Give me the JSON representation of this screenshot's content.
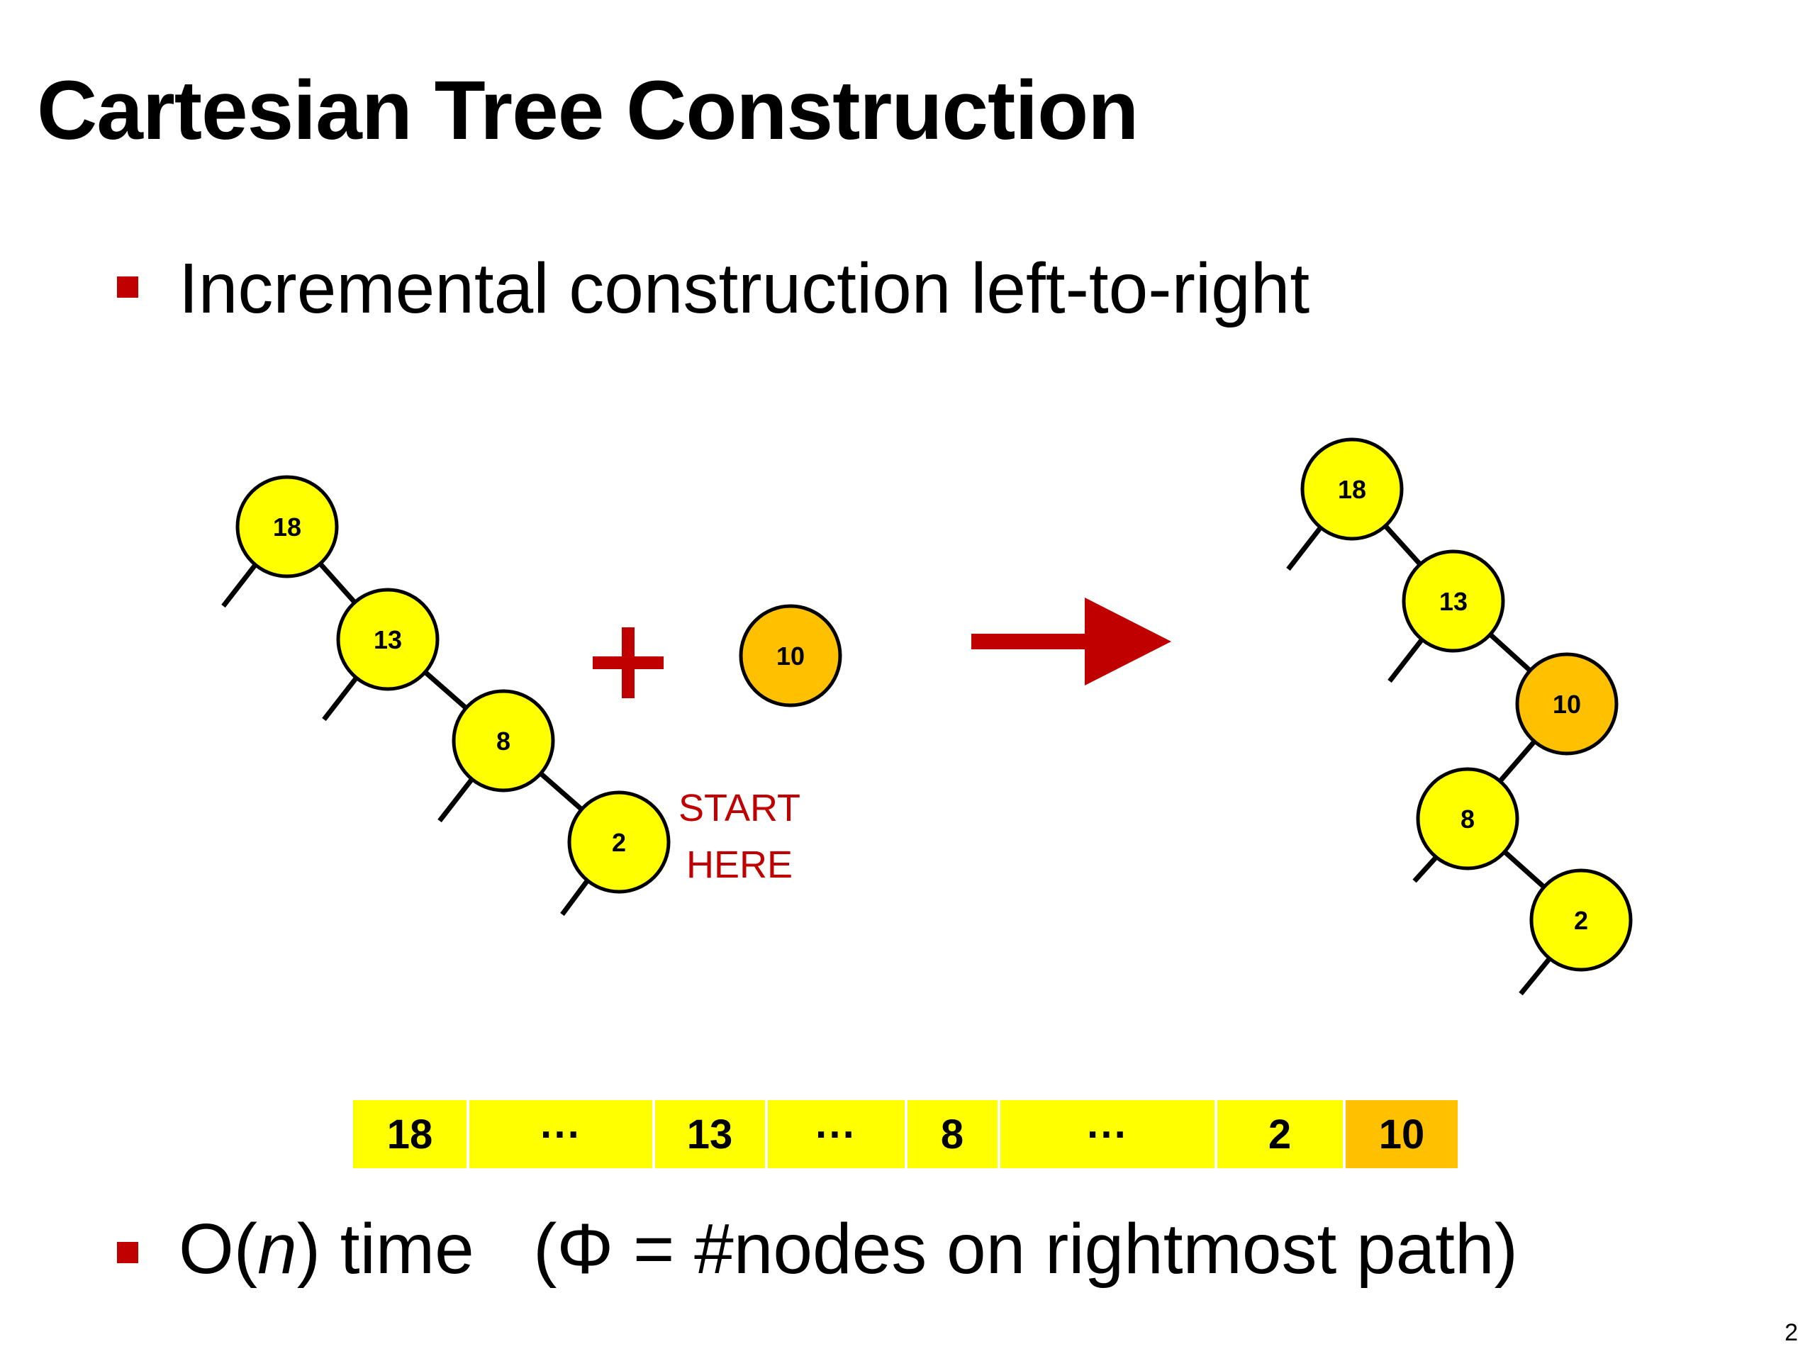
{
  "title": "Cartesian Tree Construction",
  "bullets": [
    {
      "parts": [
        "Incremental construction left-to-right"
      ]
    },
    {
      "parts": [
        "O(",
        "n",
        ") time   (Φ = #nodes on rightmost path)"
      ]
    }
  ],
  "left_tree": [
    {
      "id": "18",
      "label": "18",
      "color": "yellow"
    },
    {
      "id": "13",
      "label": "13",
      "color": "yellow"
    },
    {
      "id": "8",
      "label": "8",
      "color": "yellow"
    },
    {
      "id": "2",
      "label": "2",
      "color": "yellow"
    }
  ],
  "plus_sign": "+",
  "new_node": {
    "label": "10",
    "color": "orange"
  },
  "start_label": [
    "START",
    "HERE"
  ],
  "right_tree": [
    {
      "id": "18",
      "label": "18",
      "color": "yellow"
    },
    {
      "id": "13",
      "label": "13",
      "color": "yellow"
    },
    {
      "id": "10",
      "label": "10",
      "color": "orange"
    },
    {
      "id": "8",
      "label": "8",
      "color": "yellow"
    },
    {
      "id": "2",
      "label": "2",
      "color": "yellow"
    }
  ],
  "array_cells": [
    {
      "label": "18",
      "color": "yellow"
    },
    {
      "label": "···",
      "color": "yellow"
    },
    {
      "label": "13",
      "color": "yellow"
    },
    {
      "label": "···",
      "color": "yellow"
    },
    {
      "label": "8",
      "color": "yellow"
    },
    {
      "label": "···",
      "color": "yellow"
    },
    {
      "label": "2",
      "color": "yellow"
    },
    {
      "label": "10",
      "color": "orange"
    }
  ],
  "colors": {
    "yellow": "#ffff00",
    "orange": "#ffc000",
    "accent_red": "#c00000",
    "bullet_red": "#c00000"
  },
  "page_number": "2"
}
